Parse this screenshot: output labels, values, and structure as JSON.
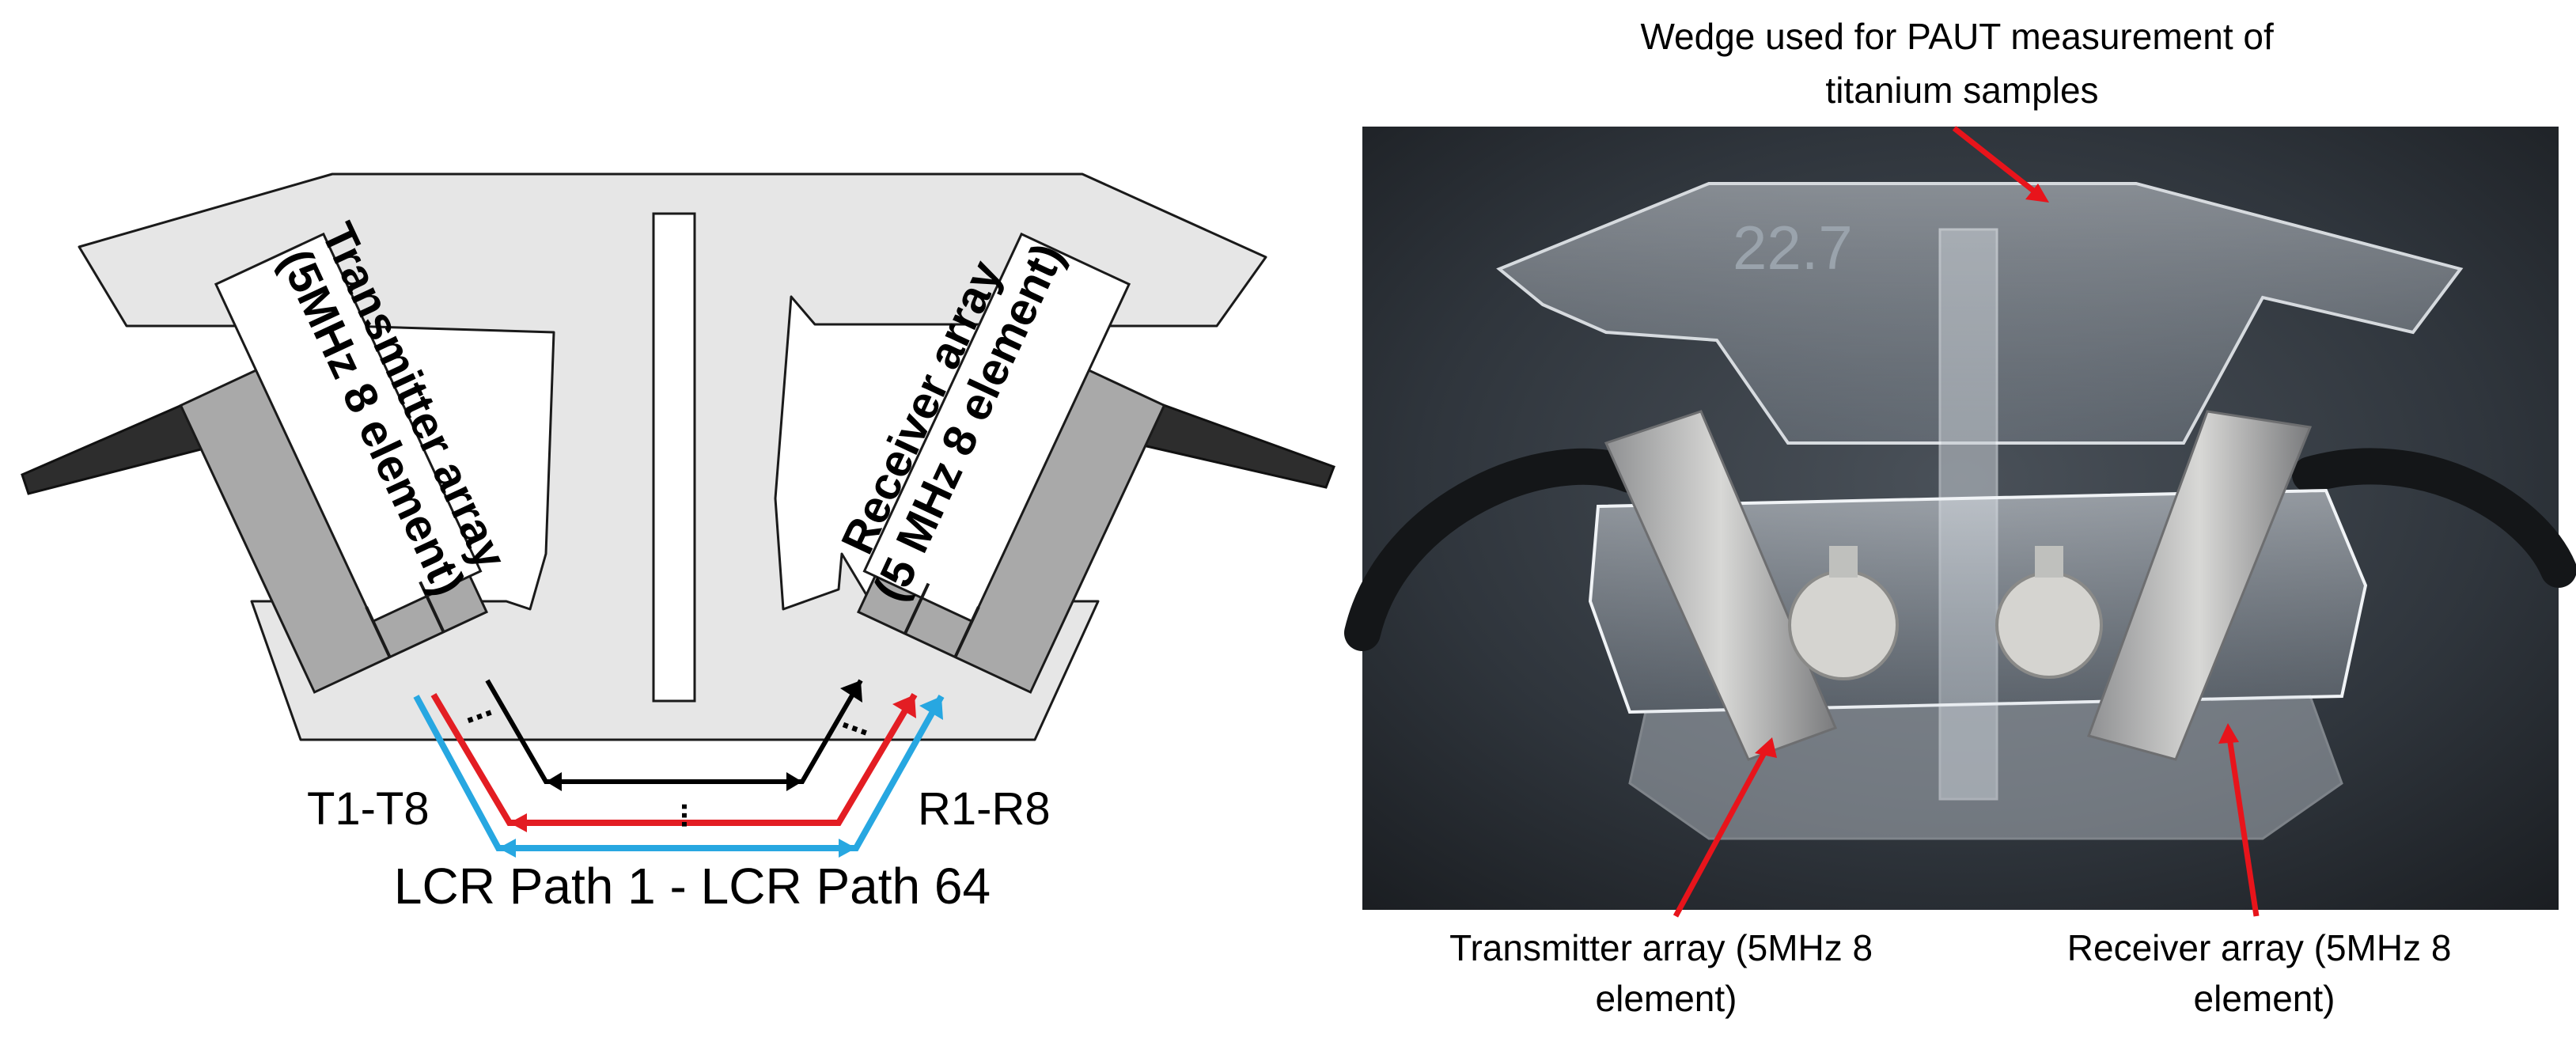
{
  "schematic": {
    "transmitter_label_line1": "Transmitter array",
    "transmitter_label_line2": "(5MHz 8 element)",
    "receiver_label_line1": "Receiver array",
    "receiver_label_line2": "(5 MHz 8 element)",
    "tx_elements": "T1-T8",
    "rx_elements": "R1-R8",
    "path_range": "LCR Path 1 - LCR Path 64",
    "ellipsis": "...",
    "colors": {
      "wedge": "#e6e6e6",
      "array": "#a9a9a9",
      "cable": "#2d2d2d",
      "path_black": "#000000",
      "path_red": "#e31d23",
      "path_blue": "#27a7e1"
    }
  },
  "photo": {
    "wedge_label_line1": "Wedge used for PAUT measurement of",
    "wedge_label_line2": "titanium samples",
    "engraving": "22.7",
    "tx_label_line1": "Transmitter array (5MHz 8",
    "tx_label_line2": "element)",
    "rx_label_line1": "Receiver array (5MHz 8",
    "rx_label_line2": "element)",
    "colors": {
      "arrow": "#e8141b",
      "background": "#2b3036"
    }
  }
}
